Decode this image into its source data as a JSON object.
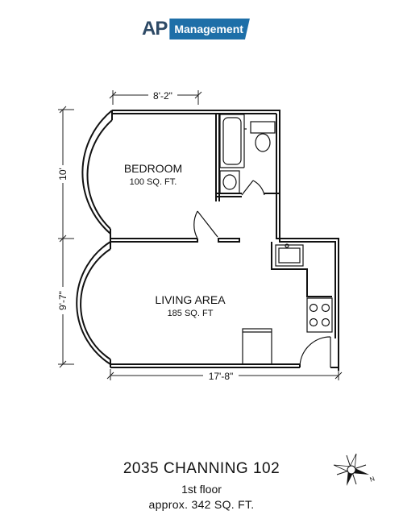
{
  "logo": {
    "ap": "AP",
    "management": "Management"
  },
  "rooms": {
    "bedroom": {
      "name": "BEDROOM",
      "area": "100 SQ. FT."
    },
    "living": {
      "name": "LIVING AREA",
      "area": "185 SQ. FT"
    }
  },
  "dimensions": {
    "bedroom_width": "8'-2\"",
    "bedroom_height": "10'",
    "living_height": "9'-7\"",
    "overall_width": "17'-8\""
  },
  "compass": {
    "north_label": "N"
  },
  "title": {
    "unit": "2035 CHANNING 102",
    "floor": "1st floor",
    "area": "approx. 342 SQ. FT."
  }
}
